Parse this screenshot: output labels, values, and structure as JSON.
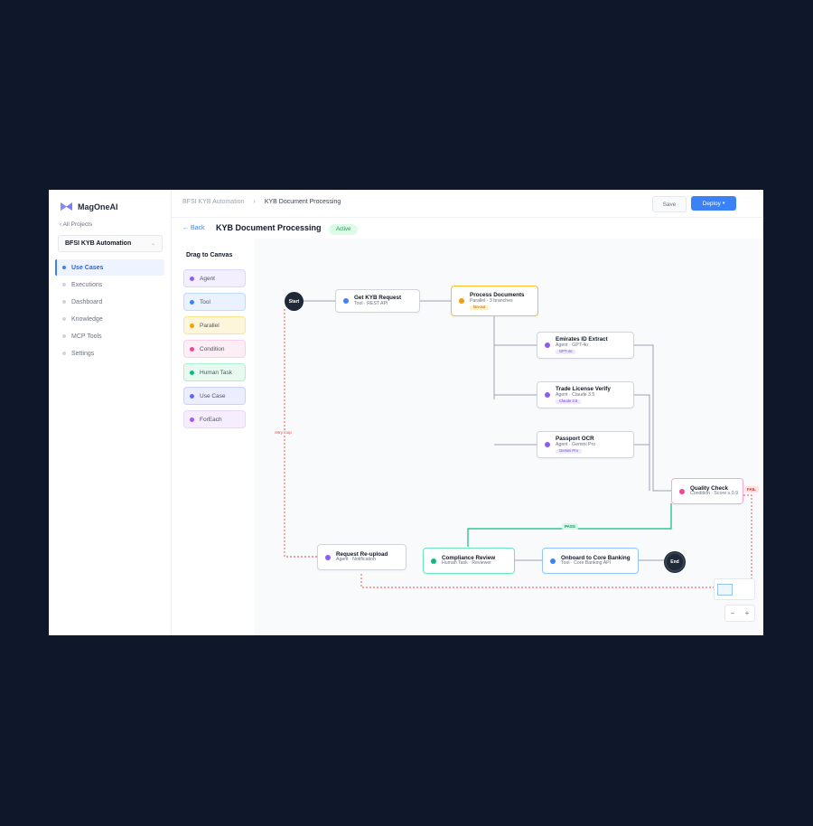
{
  "app": {
    "name": "MagOneAI"
  },
  "sidebar": {
    "back_link": "‹ All Projects",
    "project": "BFSI KYB Automation",
    "items": [
      {
        "label": "Use Cases",
        "active": true
      },
      {
        "label": "Executions"
      },
      {
        "label": "Dashboard"
      },
      {
        "label": "Knowledge"
      },
      {
        "label": "MCP Tools"
      },
      {
        "label": "Settings"
      }
    ]
  },
  "header": {
    "breadcrumb": [
      "BFSI KYB Automation",
      "›",
      "KYB Document Processing"
    ],
    "save_label": "Save",
    "deploy_label": "Deploy",
    "deploy_caret": "▾",
    "back_label": "← Back",
    "title": "KYB Document Processing",
    "status": "Active"
  },
  "palette": {
    "title": "Drag to Canvas",
    "items": [
      {
        "label": "Agent",
        "color": "#8b5cf6"
      },
      {
        "label": "Tool",
        "color": "#3b82f6"
      },
      {
        "label": "Parallel",
        "color": "#f59e0b"
      },
      {
        "label": "Condition",
        "color": "#ec4899"
      },
      {
        "label": "Human Task",
        "color": "#10b981"
      },
      {
        "label": "Use Case",
        "color": "#6366f1"
      },
      {
        "label": "ForEach",
        "color": "#a855f7"
      }
    ]
  },
  "workflow": {
    "start_label": "Start",
    "end_label": "End",
    "nodes": {
      "get_kyb": {
        "title": "Get KYB Request",
        "sub": "Tool · REST API",
        "color": "#3b82f6"
      },
      "process_docs": {
        "title": "Process Documents",
        "sub": "Parallel · 3 branches",
        "chip": "fan-out",
        "color": "#f59e0b"
      },
      "emirates": {
        "title": "Emirates ID Extract",
        "sub": "Agent · GPT-4o",
        "chip": "GPT-4o",
        "color": "#8b5cf6"
      },
      "trade": {
        "title": "Trade License Verify",
        "sub": "Agent · Claude 3.5",
        "chip": "Claude 3.5",
        "color": "#8b5cf6"
      },
      "passport": {
        "title": "Passport OCR",
        "sub": "Agent · Gemini Pro",
        "chip": "Gemini Pro",
        "color": "#8b5cf6"
      },
      "quality": {
        "title": "Quality Check",
        "sub": "Condition · Score ≥ 0.9",
        "color": "#ec4899"
      },
      "reupload": {
        "title": "Request Re-upload",
        "sub": "Agent · Notification",
        "color": "#8b5cf6"
      },
      "compliance": {
        "title": "Compliance Review",
        "sub": "Human Task · Reviewer",
        "color": "#10b981"
      },
      "onboard": {
        "title": "Onboard to Core Banking",
        "sub": "Tool · Core Banking API",
        "color": "#3b82f6"
      }
    },
    "edge_labels": {
      "pass": "PASS",
      "fail": "FAIL",
      "retry": "retry loop"
    }
  },
  "controls": {
    "zoom_out": "−",
    "zoom_in": "+"
  }
}
